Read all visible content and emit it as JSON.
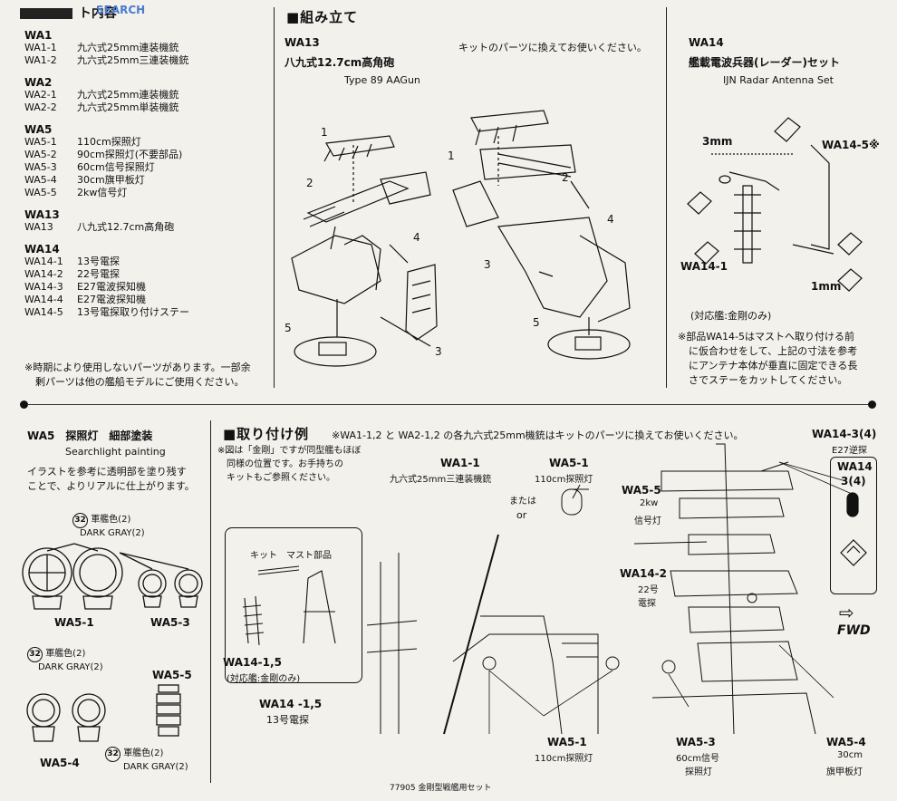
{
  "watermark": "SEARCH",
  "parts_list": {
    "header": "ト内容",
    "groups": [
      {
        "name": "WA1",
        "items": [
          {
            "code": "WA1-1",
            "desc": "九六式25mm連装機銃"
          },
          {
            "code": "WA1-2",
            "desc": "九六式25mm三連装機銃"
          }
        ]
      },
      {
        "name": "WA2",
        "items": [
          {
            "code": "WA2-1",
            "desc": "九六式25mm連装機銃"
          },
          {
            "code": "WA2-2",
            "desc": "九六式25mm単装機銃"
          }
        ]
      },
      {
        "name": "WA5",
        "items": [
          {
            "code": "WA5-1",
            "desc": "110cm探照灯"
          },
          {
            "code": "WA5-2",
            "desc": "90cm探照灯(不要部品)"
          },
          {
            "code": "WA5-3",
            "desc": "60cm信号探照灯"
          },
          {
            "code": "WA5-4",
            "desc": "30cm旗甲板灯"
          },
          {
            "code": "WA5-5",
            "desc": "2kw信号灯"
          }
        ]
      },
      {
        "name": "WA13",
        "items": [
          {
            "code": "WA13",
            "desc": "八九式12.7cm高角砲"
          }
        ]
      },
      {
        "name": "WA14",
        "items": [
          {
            "code": "WA14-1",
            "desc": "13号電探"
          },
          {
            "code": "WA14-2",
            "desc": "22号電探"
          },
          {
            "code": "WA14-3",
            "desc": "E27電波探知機"
          },
          {
            "code": "WA14-4",
            "desc": "E27電波探知機"
          },
          {
            "code": "WA14-5",
            "desc": "13号電探取り付けステー"
          }
        ]
      }
    ],
    "note_line1": "※時期により使用しないパーツがあります。一部余",
    "note_line2": "剰パーツは他の艦船モデルにご使用ください。"
  },
  "assembly": {
    "header": "■組み立て",
    "wa13_title": "WA13",
    "wa13_jp": "八九式12.7cm高角砲",
    "wa13_en": "Type 89 AAGun",
    "kit_note": "キットのパーツに換えてお使いください。",
    "left_nums": [
      "1",
      "2",
      "3",
      "4",
      "5"
    ],
    "right_nums": [
      "1",
      "2",
      "3",
      "4",
      "5"
    ]
  },
  "radar": {
    "title": "WA14",
    "jp": "艦載電波兵器(レーダー)セット",
    "en": "IJN Radar Antenna Set",
    "dim_top": "3mm",
    "dim_bottom": "1mm",
    "part_a": "WA14-5※",
    "part_b": "WA14-1",
    "target": "(対応艦:金剛のみ)",
    "note_lines": [
      "※部品WA14-5はマストへ取り付ける前",
      "に仮合わせをして、上記の寸法を参考",
      "にアンテナ本体が垂直に固定できる長",
      "さでステーをカットしてください。"
    ]
  },
  "searchlight": {
    "title": "WA5　探照灯　細部塗装",
    "en": "Searchlight painting",
    "desc_lines": [
      "イラストを参考に透明部を塗り残す",
      "ことで、よりリアルに仕上がります。"
    ],
    "paint1_num": "32",
    "paint1_jp": "軍艦色(2)",
    "paint1_en": "DARK GRAY(2)",
    "label_a": "WA5-1",
    "label_b": "WA5-3",
    "paint2_num": "32",
    "paint2_jp": "軍艦色(2)",
    "paint2_en": "DARK GRAY(2)",
    "label_c": "WA5-5",
    "label_d": "WA5-4",
    "paint3_num": "32",
    "paint3_jp": "軍艦色(2)",
    "paint3_en": "DARK GRAY(2)"
  },
  "mounting": {
    "header": "■取り付け例",
    "header_note": "※WA1-1,2 と WA2-1,2 の各九六式25mm機銃はキットのパーツに換えてお使いください。",
    "sub_note_lines": [
      "※図は「金剛」ですが同型艦もほぼ",
      "同様の位置です。お手持ちの",
      "キットもご参照ください。"
    ],
    "inset_kit": "キット",
    "inset_mast": "マスト部品",
    "inset_part": "WA14-1,5",
    "inset_target": "(対応艦:金剛のみ)",
    "c_wa14_15": "WA14 -1,5",
    "c_wa14_15_jp": "13号電探",
    "c_wa11": "WA1-1",
    "c_wa11_jp": "九六式25mm三連装機銃",
    "c_wa51_top": "WA5-1",
    "c_wa51_top_jp": "110cm探照灯",
    "c_or_jp": "または",
    "c_or": "or",
    "c_wa55": "WA5-5",
    "c_wa55_a": "2kw",
    "c_wa55_b": "信号灯",
    "c_wa142": "WA14-2",
    "c_wa142_a": "22号",
    "c_wa142_b": "電探",
    "c_wa143": "WA14-3(4)",
    "c_wa143_jp": "E27逆探",
    "c_wa14_box1": "WA14",
    "c_wa14_box2": "3(4)",
    "fwd": "FWD",
    "c_wa51_bot": "WA5-1",
    "c_wa51_bot_jp": "110cm探照灯",
    "c_wa53": "WA5-3",
    "c_wa53_a": "60cm信号",
    "c_wa53_b": "探照灯",
    "c_wa54": "WA5-4",
    "c_wa54_a": "30cm",
    "c_wa54_b": "旗甲板灯"
  },
  "footer": "77905 金剛型戦艦用セット"
}
